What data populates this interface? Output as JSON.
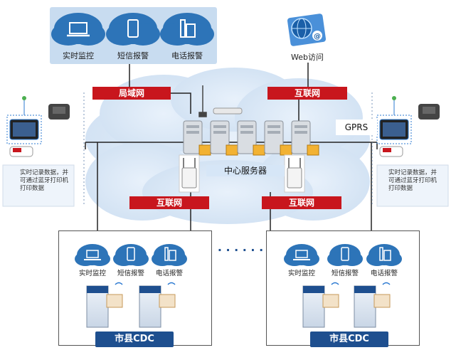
{
  "top_panel": {
    "items": [
      {
        "label": "实时监控",
        "icon": "laptop-icon"
      },
      {
        "label": "短信报警",
        "icon": "phone-icon"
      },
      {
        "label": "电话报警",
        "icon": "telephone-icon"
      }
    ]
  },
  "web": {
    "label": "Web访问",
    "icon": "globe-icon"
  },
  "networks": {
    "lan": "局域网",
    "internet_top": "互联网",
    "internet_left": "互联网",
    "internet_right": "互联网"
  },
  "gprs": "GPRS",
  "center_server": "中心服务器",
  "side_note": "实时记录数据，并可通过蓝牙打印机打印数据",
  "dots": "· · · · · ·",
  "cdc_left": {
    "items": [
      {
        "label": "实时监控"
      },
      {
        "label": "短信报警"
      },
      {
        "label": "电话报警"
      }
    ],
    "title": "市县CDC"
  },
  "cdc_right": {
    "items": [
      {
        "label": "实时监控"
      },
      {
        "label": "短信报警"
      },
      {
        "label": "电话报警"
      }
    ],
    "title": "市县CDC"
  },
  "colors": {
    "red": "#c8161d",
    "blue_dark": "#1e4f8f",
    "cloud": "#2d74b8",
    "panel": "#c8dcf0"
  }
}
